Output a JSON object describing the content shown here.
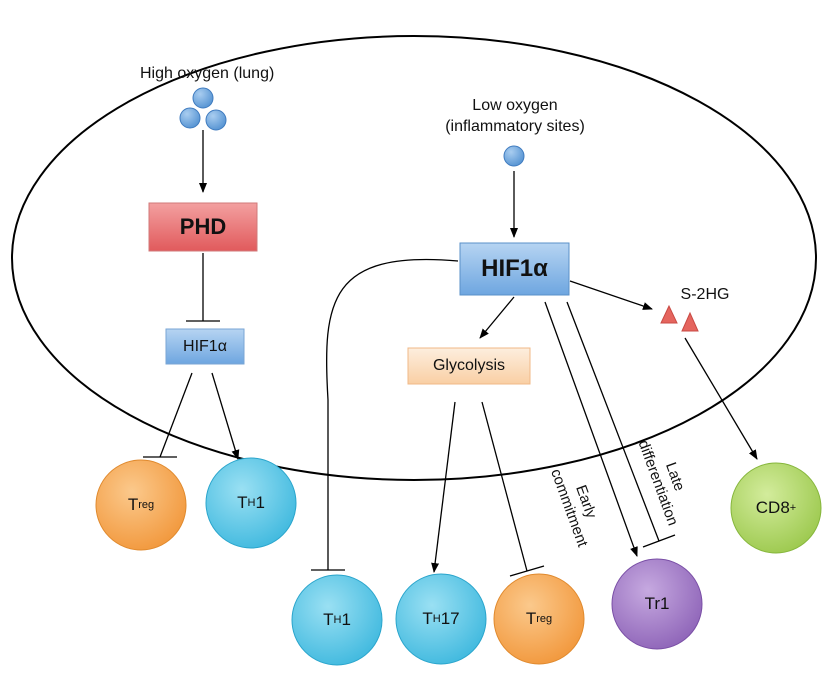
{
  "labels": {
    "high_oxygen": "High oxygen (lung)",
    "low_oxygen_line1": "Low oxygen",
    "low_oxygen_line2": "(inflammatory sites)",
    "s2hg": "S-2HG",
    "early_commitment_line1": "Early",
    "early_commitment_line2": "commitment",
    "late_differentiation_line1": "Late",
    "late_differentiation_line2": "differentiation"
  },
  "boxes": {
    "phd": "PHD",
    "hif1a_small": "HIF1α",
    "hif1a_large": "HIF1α",
    "glycolysis": "Glycolysis"
  },
  "cells": {
    "treg_left": {
      "main": "T",
      "sub": "reg"
    },
    "th1_left": {
      "main": "T",
      "sub": "H",
      "suffix": "1"
    },
    "th1_bottom": {
      "main": "T",
      "sub": "H",
      "suffix": "1"
    },
    "th17_bottom": {
      "main": "T",
      "sub": "H",
      "suffix": "17"
    },
    "treg_bottom": {
      "main": "T",
      "sub": "reg"
    },
    "tr1": {
      "main": "Tr1"
    },
    "cd8": {
      "main": "CD8",
      "sup": "+"
    }
  },
  "colors": {
    "phd_fill": "#e8696b",
    "hif_fill": "#7fb2e5",
    "glycolysis_fill": "#fbd9b8",
    "treg": "#f5a04a",
    "th": "#4fc2e3",
    "tr1": "#9b72c0",
    "cd8": "#a9d25a",
    "molecule": "#5b9ad6",
    "s2hg": "#e5655e"
  }
}
